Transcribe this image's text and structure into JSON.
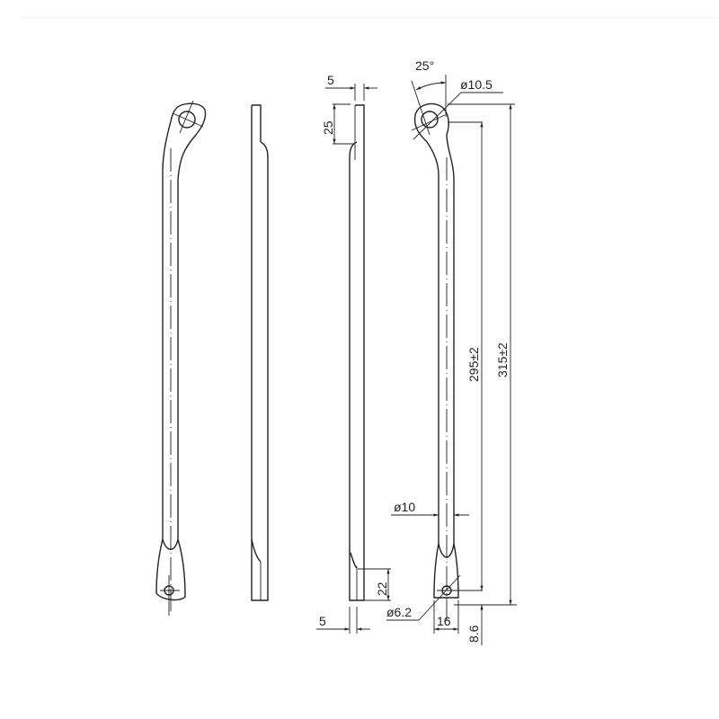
{
  "drawing": {
    "title": "Link rod technical drawing",
    "views": [
      "front-view",
      "side-view",
      "side-view-dimensioned",
      "front-view-dimensioned"
    ],
    "colors": {
      "line": "#222222",
      "background": "#ffffff"
    },
    "dimensions": {
      "angle": "25°",
      "top_hole_diameter": "ø10.5",
      "top_thickness": "5",
      "top_flat_length": "25",
      "hole_center_distance": "295±2",
      "overall_length": "315±2",
      "rod_diameter": "ø10",
      "bottom_flat_length": "22",
      "bottom_thickness": "5",
      "bottom_hole_diameter": "ø6.2",
      "bottom_eye_width": "16",
      "bottom_end_offset": "8.6"
    }
  }
}
